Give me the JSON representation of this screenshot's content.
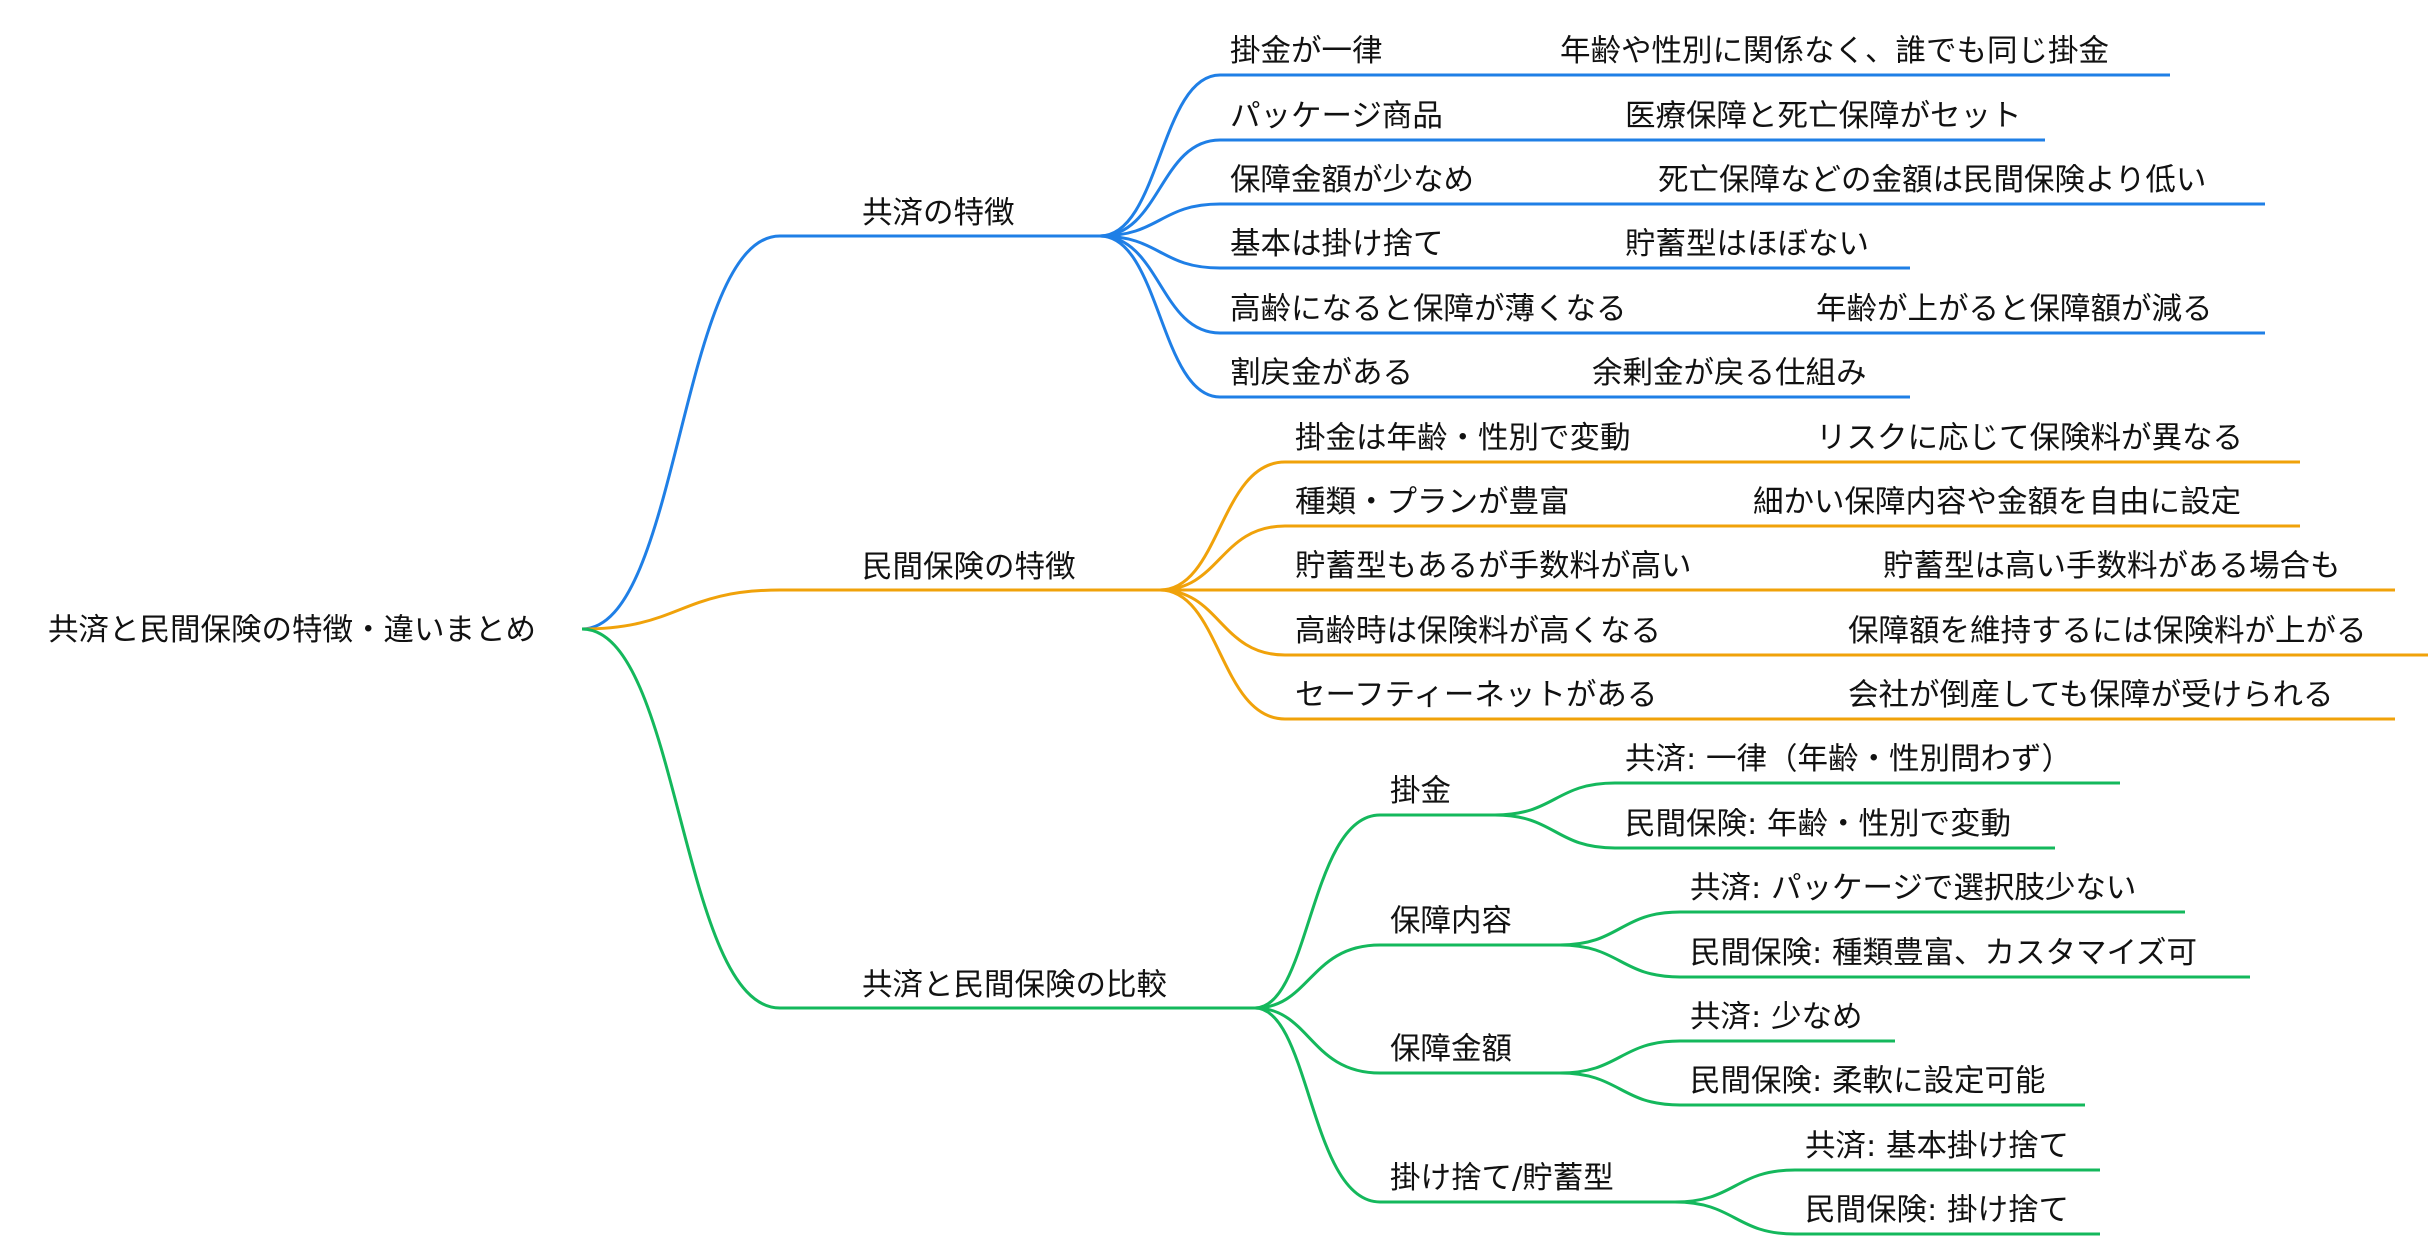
{
  "root": {
    "label": "共済と民間保険の特徴・違いまとめ"
  },
  "colors": {
    "kyosai": "#1f7fe6",
    "minkan": "#f0a20a",
    "hikaku": "#14b85c"
  },
  "branches": [
    {
      "key": "kyosai",
      "label": "共済の特徴",
      "items": [
        {
          "label": "掛金が一律",
          "detail": "年齢や性別に関係なく、誰でも同じ掛金"
        },
        {
          "label": "パッケージ商品",
          "detail": "医療保障と死亡保障がセット"
        },
        {
          "label": "保障金額が少なめ",
          "detail": "死亡保障などの金額は民間保険より低い"
        },
        {
          "label": "基本は掛け捨て",
          "detail": "貯蓄型はほぼない"
        },
        {
          "label": "高齢になると保障が薄くなる",
          "detail": "年齢が上がると保障額が減る"
        },
        {
          "label": "割戻金がある",
          "detail": "余剰金が戻る仕組み"
        }
      ]
    },
    {
      "key": "minkan",
      "label": "民間保険の特徴",
      "items": [
        {
          "label": "掛金は年齢・性別で変動",
          "detail": "リスクに応じて保険料が異なる"
        },
        {
          "label": "種類・プランが豊富",
          "detail": "細かい保障内容や金額を自由に設定"
        },
        {
          "label": "貯蓄型もあるが手数料が高い",
          "detail": "貯蓄型は高い手数料がある場合も"
        },
        {
          "label": "高齢時は保険料が高くなる",
          "detail": "保障額を維持するには保険料が上がる"
        },
        {
          "label": "セーフティーネットがある",
          "detail": "会社が倒産しても保障が受けられる"
        }
      ]
    },
    {
      "key": "hikaku",
      "label": "共済と民間保険の比較",
      "items": [
        {
          "label": "掛金",
          "children": [
            "共済: 一律（年齢・性別問わず）",
            "民間保険: 年齢・性別で変動"
          ]
        },
        {
          "label": "保障内容",
          "children": [
            "共済: パッケージで選択肢少ない",
            "民間保険: 種類豊富、カスタマイズ可"
          ]
        },
        {
          "label": "保障金額",
          "children": [
            "共済: 少なめ",
            "民間保険: 柔軟に設定可能"
          ]
        },
        {
          "label": "掛け捨て/貯蓄型",
          "children": [
            "共済: 基本掛け捨て",
            "民間保険: 掛け捨て"
          ]
        }
      ]
    }
  ]
}
